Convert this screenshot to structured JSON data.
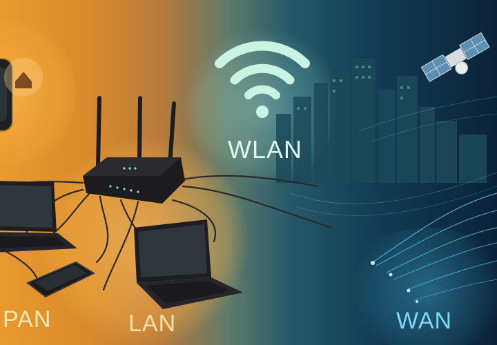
{
  "zones": {
    "pan": {
      "label": "PAN"
    },
    "lan": {
      "label": "LAN"
    },
    "wlan": {
      "label": "WLAN"
    },
    "wan": {
      "label": "WAN"
    }
  },
  "colors": {
    "pan_glow": "#f2a23a",
    "lan_glow": "#f5b24a",
    "wlan_glow": "#8fd8c4",
    "wan_glow": "#4fc9f0",
    "device_body": "#1f1f22",
    "screen": "#2b3238"
  },
  "icons": [
    "smartwatch-icon",
    "home-icon",
    "router-icon",
    "laptop-icon",
    "smartphone-icon",
    "wifi-icon",
    "satellite-icon",
    "city-skyline-icon"
  ]
}
